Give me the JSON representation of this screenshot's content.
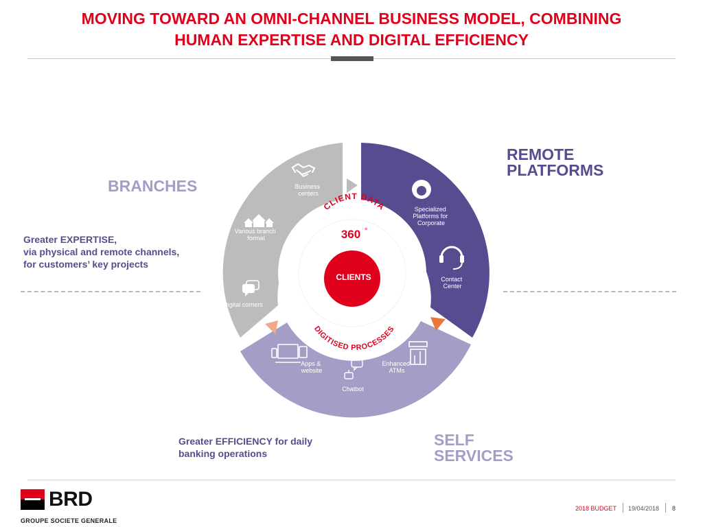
{
  "header": {
    "title_line1": "MOVING TOWARD AN OMNI-CHANNEL BUSINESS MODEL, COMBINING",
    "title_line2": "HUMAN EXPERTISE AND DIGITAL EFFICIENCY"
  },
  "channels": {
    "branches": {
      "title": "BRANCHES",
      "description": [
        "Greater EXPERTISE,",
        "via physical and remote channels,",
        "for customers’ key projects"
      ],
      "items": [
        "Business centers",
        "Various branch format",
        "Digital corners"
      ]
    },
    "remote_platforms": {
      "title_line1": "REMOTE",
      "title_line2": "PLATFORMS",
      "items": [
        "Specialized Platforms for Corporate",
        "Contact Center"
      ]
    },
    "self_services": {
      "title_line1": "SELF",
      "title_line2": "SERVICES",
      "description": [
        "Greater EFFICIENCY for daily",
        "banking operations"
      ],
      "items": [
        "Apps & website",
        "Enhanced ATMs",
        "Chatbot"
      ]
    }
  },
  "center": {
    "ring_top": "CLIENT DATA",
    "ring_360": "360",
    "ring_degree": "°",
    "ring_bottom": "DIGITISED PROCESSES",
    "core": "CLIENTS"
  },
  "colors": {
    "brand_red": "#e0001b",
    "branches_gray": "#bcbcbc",
    "remote_purple": "#564c8f",
    "self_lavender": "#a49ec6",
    "arrow_orange": "#e8793a"
  },
  "icons": [
    "handshake-icon",
    "houses-icon",
    "chat-bubbles-icon",
    "call-agent-icon",
    "headset-icon",
    "devices-icon",
    "atm-icon",
    "chatbot-icon"
  ],
  "footer": {
    "brand": "BRD",
    "brand_sub": "GROUPE SOCIETE GENERALE",
    "budget": "2018 BUDGET",
    "date": "19/04/2018",
    "page": "8"
  }
}
